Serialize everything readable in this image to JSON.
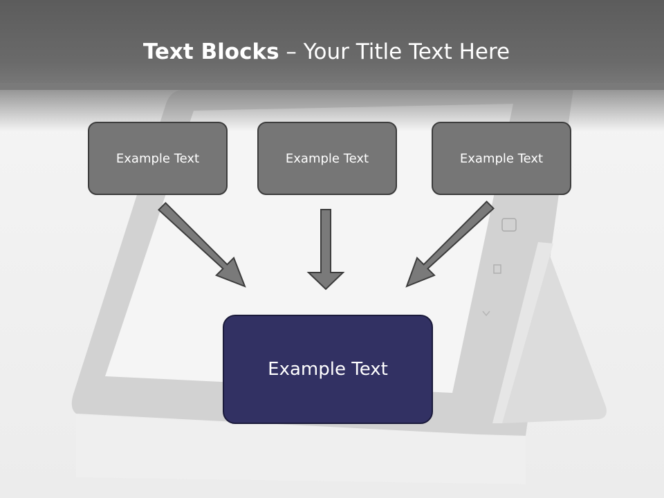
{
  "title": {
    "bold": "Text Blocks",
    "rest": " – Your Title Text Here"
  },
  "boxes": {
    "left": "Example Text",
    "center": "Example Text",
    "right": "Example Text",
    "bottom": "Example Text"
  },
  "colors": {
    "header": "#5c5c5c",
    "box_gray": "#767676",
    "box_navy": "#323163",
    "arrow": "#7a7a7a"
  }
}
